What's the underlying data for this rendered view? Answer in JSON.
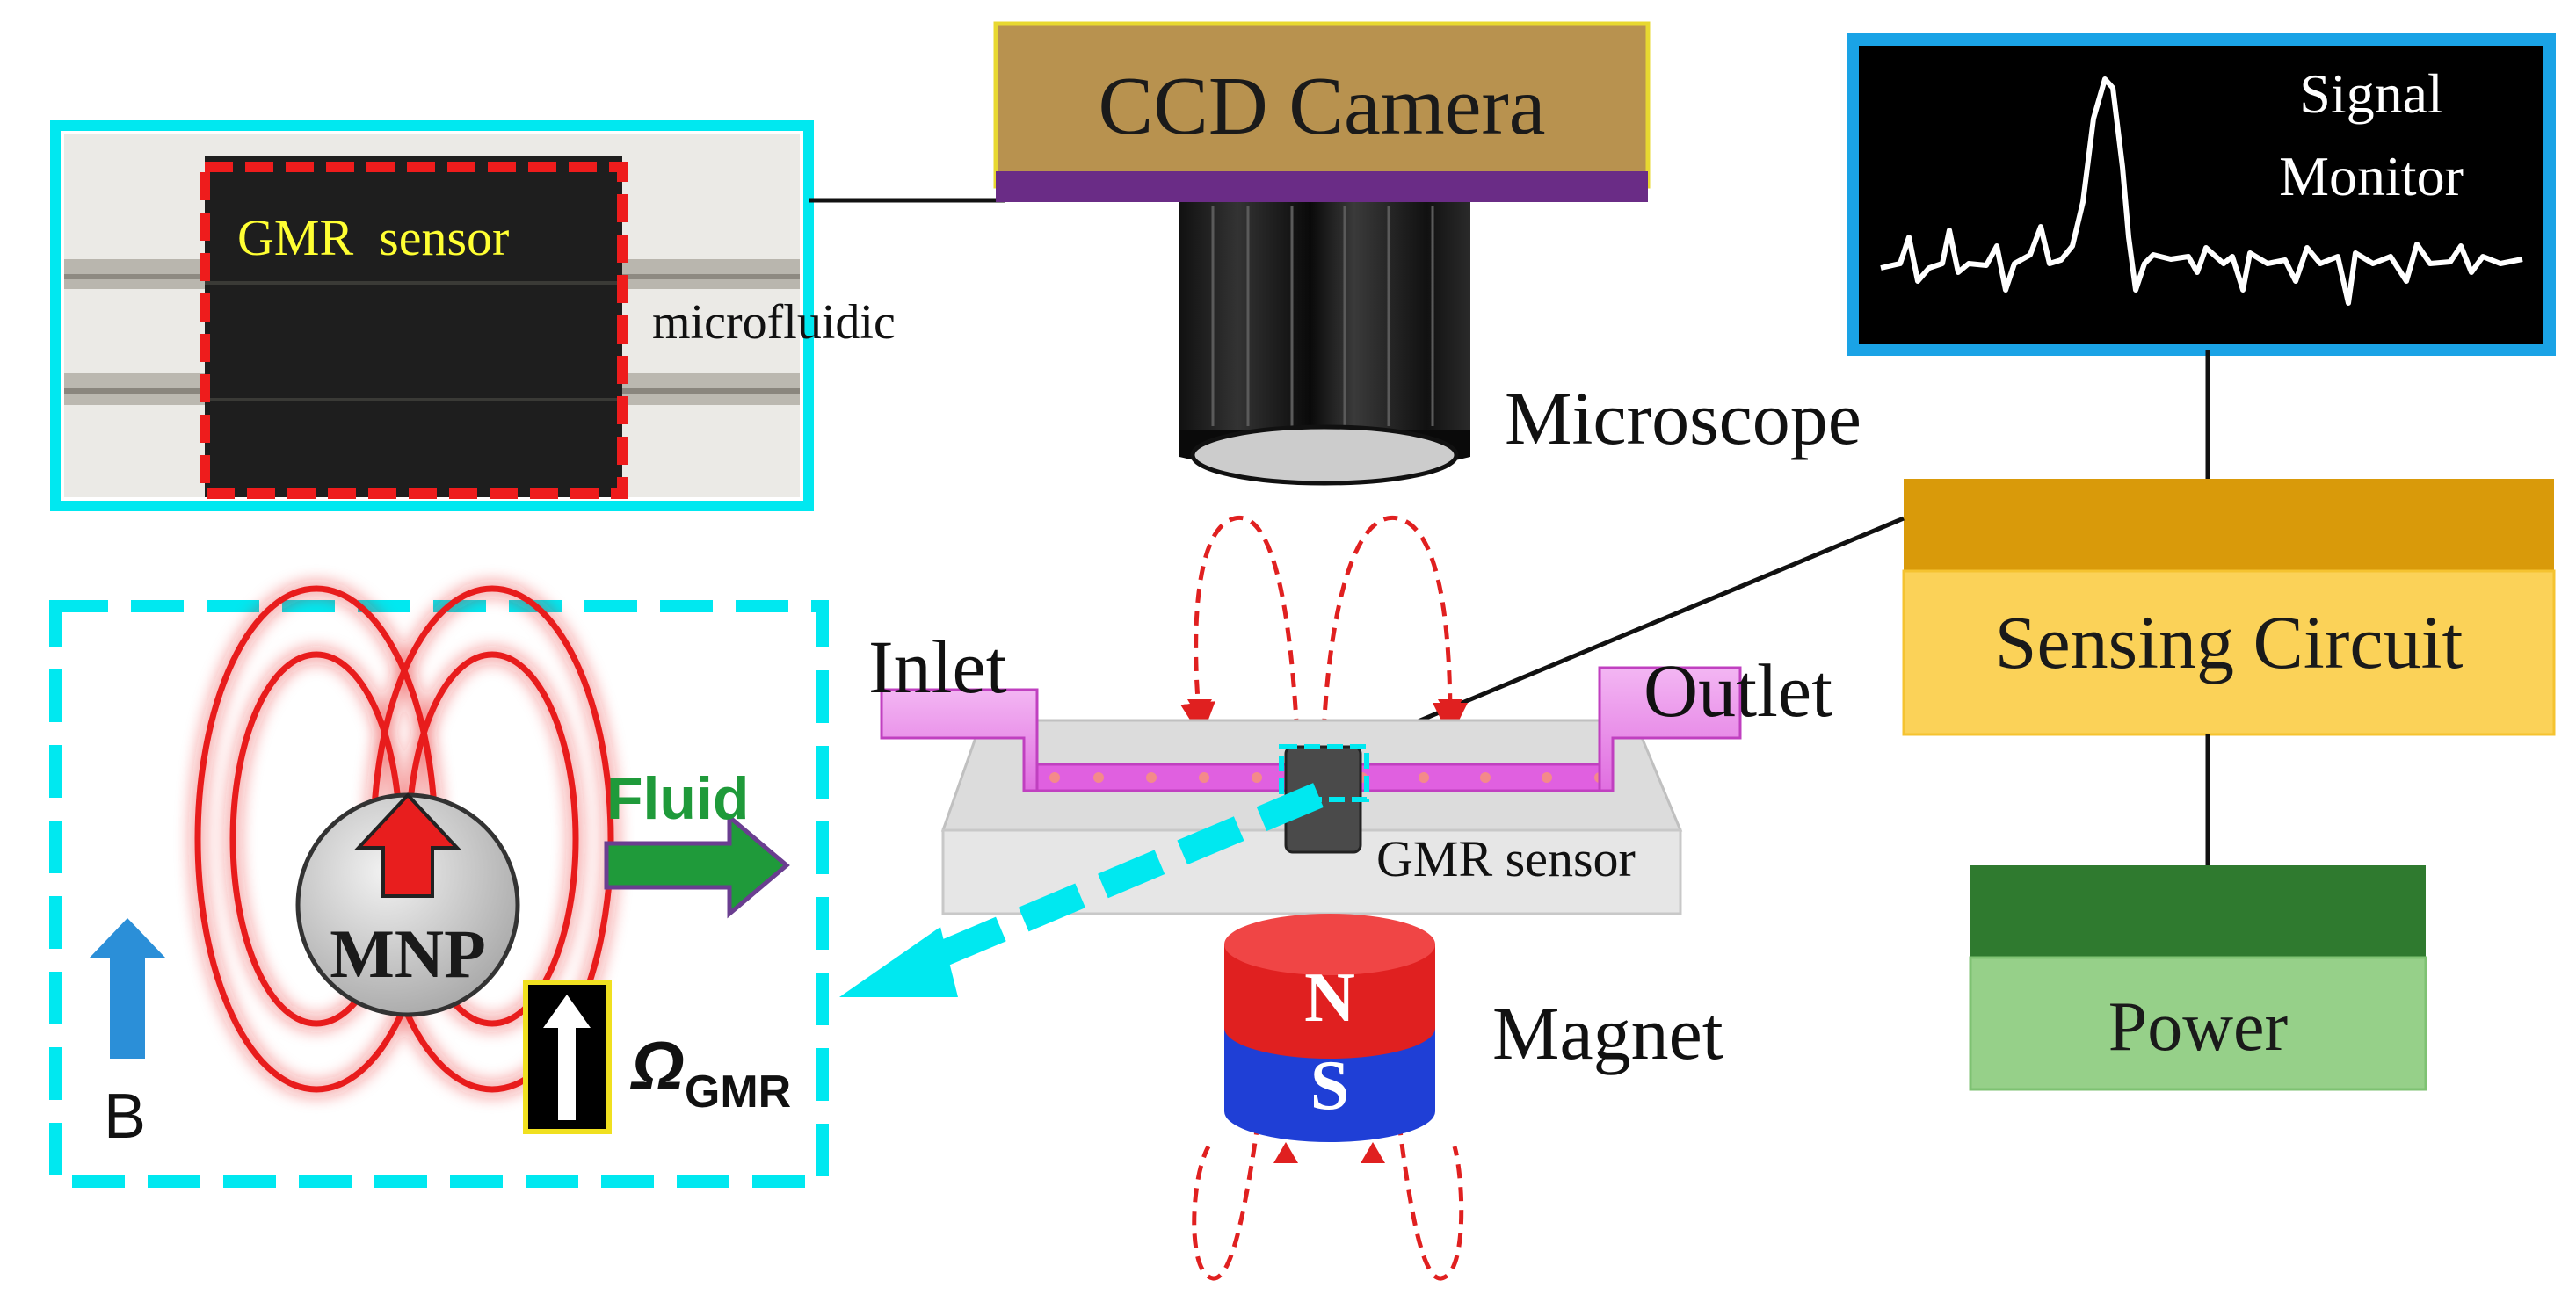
{
  "labels": {
    "ccd_camera": "CCD Camera",
    "microscope": "Microscope",
    "signal_monitor_line1": "Signal",
    "signal_monitor_line2": "Monitor",
    "sensing_circuit": "Sensing Circuit",
    "power": "Power",
    "inlet": "Inlet",
    "outlet": "Outlet",
    "gmr_sensor": "GMR sensor",
    "magnet": "Magnet",
    "magnet_n": "N",
    "magnet_s": "S",
    "inset_gmr_sensor": "GMR  sensor",
    "inset_microfluidic": "microfluidic",
    "fluid": "Fluid",
    "mnp": "MNP",
    "b_field": "B",
    "omega_symbol": "Ω",
    "omega_subscript": "GMR"
  },
  "colors": {
    "camera_body": "#b8924f",
    "camera_base": "#6a2c86",
    "camera_border": "#e8d830",
    "monitor_bg": "#000000",
    "monitor_border": "#1aa3e6",
    "circuit_front": "#fbd258",
    "circuit_top": "#d99a0a",
    "power_front": "#96d089",
    "power_top": "#2f7a2f",
    "cyan": "#00e8f0",
    "red_dash": "#e02020",
    "field_lines": "#e81e1e",
    "channel": "#e060e0",
    "magnet_n": "#e02020",
    "magnet_s": "#1f3fd6",
    "fluid_arrow": "#1f9a3a",
    "b_arrow": "#2b8fd8"
  }
}
